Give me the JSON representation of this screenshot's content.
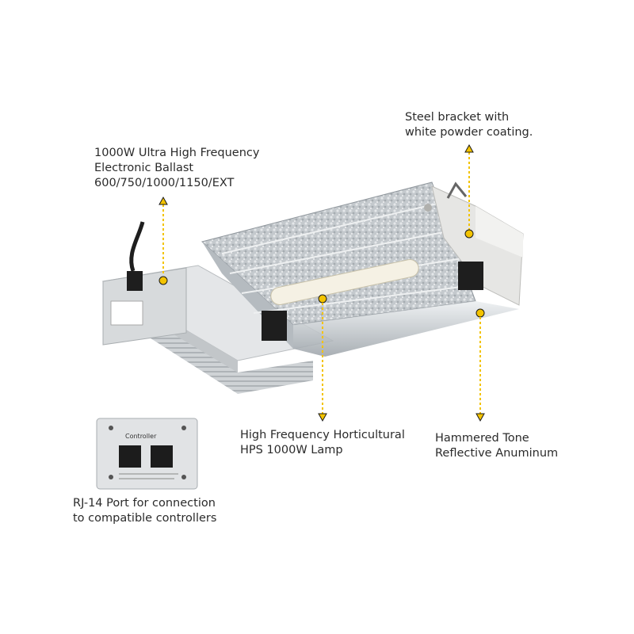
{
  "callouts": {
    "ballast": "1000W Ultra High Frequency\nElectronic Ballast\n600/750/1000/1150/EXT",
    "bracket": "Steel bracket with\nwhite powder coating.",
    "lamp": "High Frequency Horticultural\nHPS 1000W Lamp",
    "reflector": "Hammered Tone\nReflective Anuminum",
    "port": "RJ-14 Port for connection\nto compatible controllers"
  },
  "controller_panel": {
    "title": "Controller"
  },
  "colors": {
    "marker": "#f3c300",
    "marker_outline": "#1a1a1a",
    "ballast_body": "#d7dadc",
    "reflector": "#c9cdd1",
    "bracket": "#e6e6e4"
  }
}
